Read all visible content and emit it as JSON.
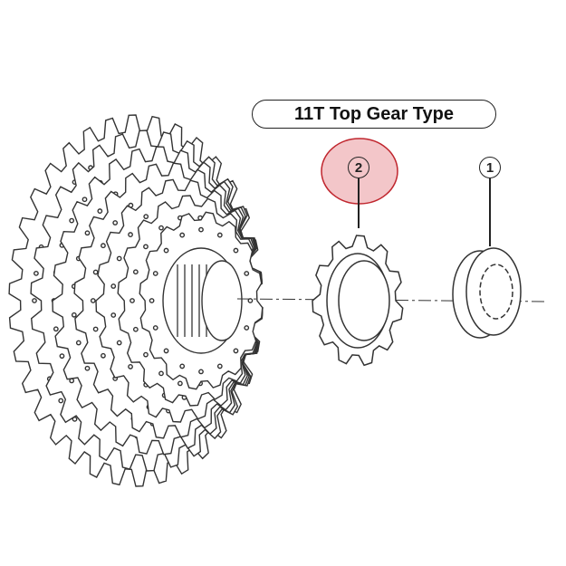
{
  "diagram": {
    "title": "11T Top Gear Type",
    "callouts": [
      {
        "label": "1",
        "part": "lockring"
      },
      {
        "label": "2",
        "part": "11T top gear"
      }
    ],
    "colors": {
      "highlight_fill": "#f0b8bc",
      "highlight_stroke": "#c0262e",
      "line": "#222222"
    }
  }
}
